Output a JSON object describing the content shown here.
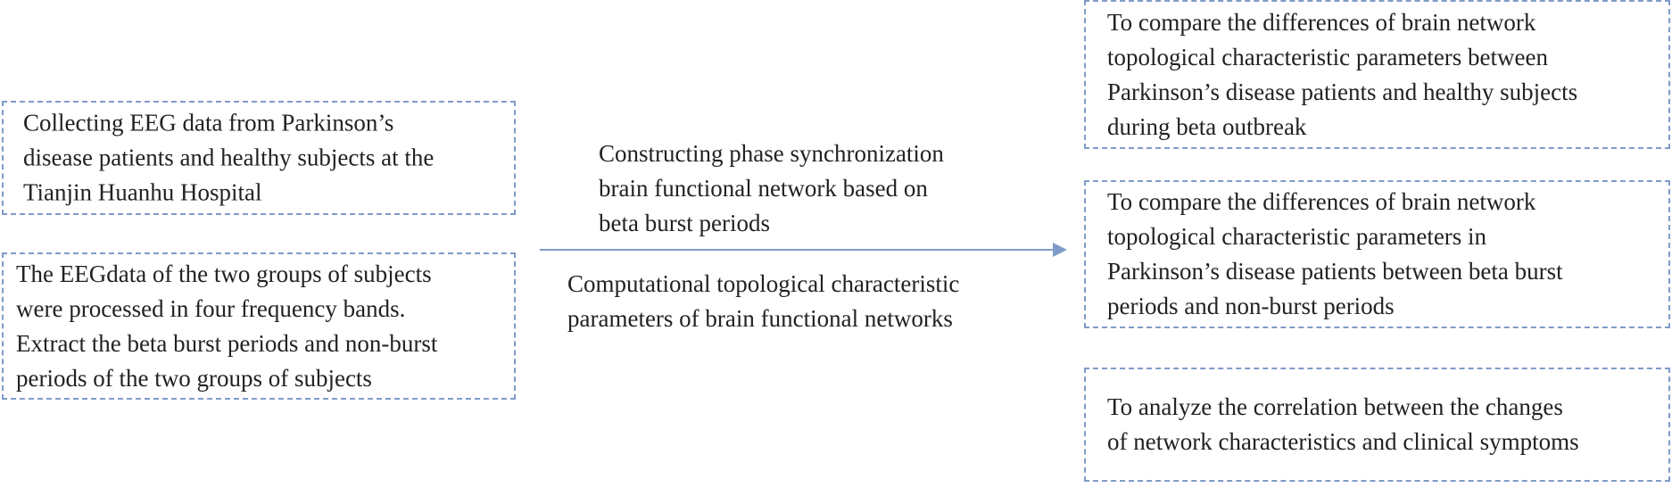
{
  "left_boxes": [
    {
      "lines": [
        "Collecting  EEG  data  from Parkinson’s",
        "disease patients and healthy subjects at the",
        "Tianjin Huanhu Hospital"
      ]
    },
    {
      "lines": [
        "The EEGdata of the two groups of subjects",
        "were processed  in  four frequency bands.",
        "Extract the beta burst periods and non-burst",
        "periods of the two groups of subjects"
      ]
    }
  ],
  "center": {
    "above_arrow_lines": [
      "Constructing phase synchronization",
      "brain functional network based on",
      "beta burst periods"
    ],
    "below_arrow_lines": [
      "Computational topological characteristic",
      "parameters of brain functional networks"
    ],
    "arrow_color": "#7f9bc9"
  },
  "right_boxes": [
    {
      "lines": [
        "To  compare  the  differences  of  brain  network",
        "topological  characteristic   parameters  between",
        "Parkinson’s disease patients and healthy subjects",
        "during beta outbreak"
      ]
    },
    {
      "lines": [
        "To  compare  the  differences  of  brain  network",
        "topological    characteristic    parameters    in",
        "Parkinson’s  disease patients between beta burst",
        "periods and non-burst periods"
      ]
    },
    {
      "lines": [
        "To  analyze the correlation between the changes",
        "of network characteristics and clinical symptoms"
      ]
    }
  ],
  "colors": {
    "border": "#7f9bc9",
    "text": "#222222"
  }
}
